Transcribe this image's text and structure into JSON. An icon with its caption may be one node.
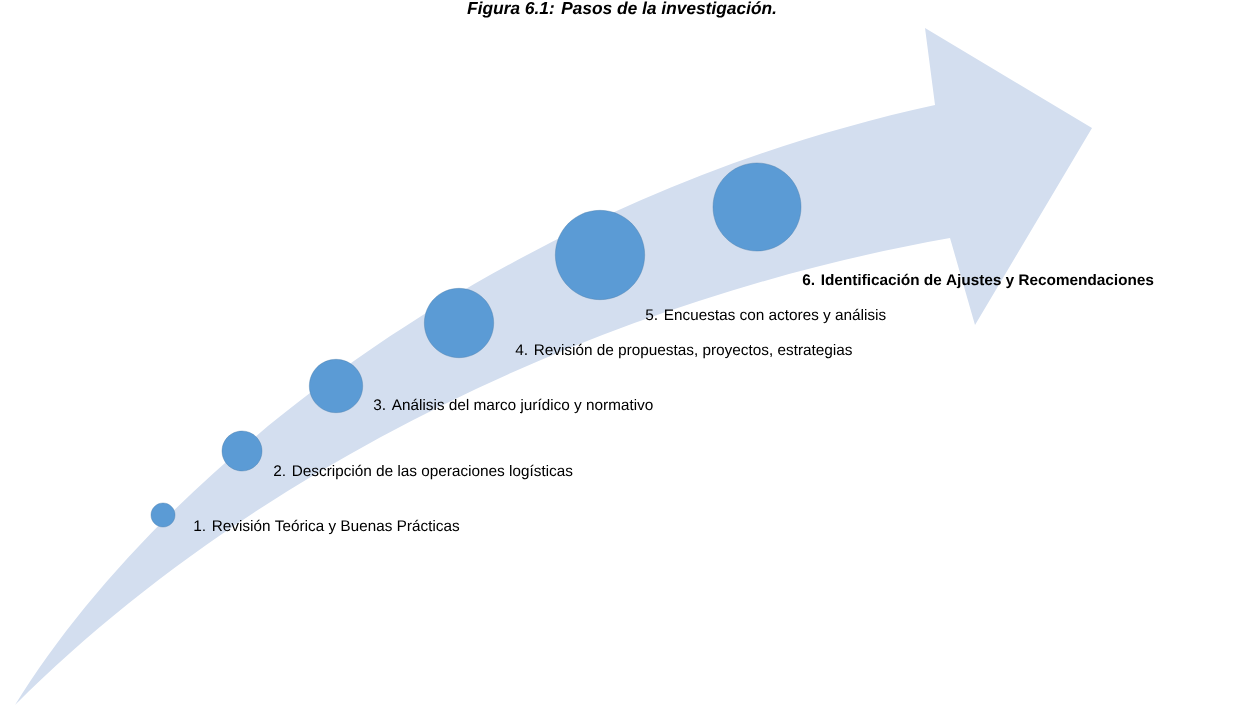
{
  "diagram": {
    "title": "Figura 6.1: Pasos de la investigación.",
    "nodes": [
      {
        "text": [],
        "shape": "circle",
        "beside": [
          "1. Revisión Teórica y Buenas Prácticas"
        ]
      },
      {
        "text": [],
        "shape": "circle",
        "beside": [
          "2. Descripción de las operaciones logísticas"
        ]
      },
      {
        "text": [],
        "shape": "circle",
        "beside": [
          "3. Análisis del marco jurídico y normativo"
        ]
      },
      {
        "text": [],
        "shape": "circle",
        "beside": [
          "4. Revisión de  propuestas, proyectos, estrategias"
        ]
      },
      {
        "text": [],
        "shape": "circle",
        "beside": [
          "5. Encuestas con actores y análisis"
        ]
      },
      {
        "text": [],
        "shape": "circle",
        "beside": [
          "6. Identificación de Ajustes y Recomendaciones"
        ]
      }
    ]
  }
}
